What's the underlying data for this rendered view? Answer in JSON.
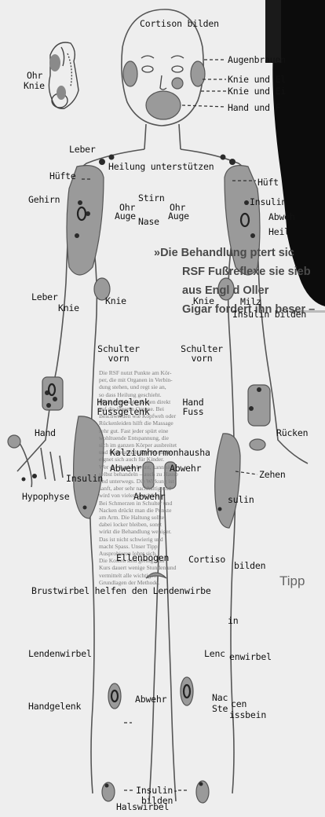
{
  "colors": {
    "zone": "#9a9a9a",
    "zone_dark": "#707070",
    "dot": "#2b2b2b",
    "outline": "#555555",
    "photo": "#0c0c0c",
    "page": "#eeeeee"
  },
  "labels": {
    "cortison_bilden": "Cortison bilden",
    "augenbrauen": "Augenbrauen",
    "knie_el": "Knie und El",
    "knie_ei": "Knie und Ei",
    "hand_und_f": "Hand und F",
    "ohr": "Ohr",
    "knie_top": "Knie",
    "leber_top": "Leber",
    "huefte_left": "Hüfte",
    "heilung": "Heilung unterstützen",
    "huefte_right": "Hüft",
    "gehirn": "Gehirn",
    "stirn": "Stirn",
    "ohr_left": "Ohr",
    "ohr_right": "Ohr",
    "auge_left": "Auge",
    "auge_right": "Auge",
    "nase": "Nase",
    "insulin_arm": "Insulin",
    "abwehr_arm": "Abweh",
    "heil_arm": "Heil",
    "leber_mid": "Leber",
    "knie_mid_left": "Knie",
    "knie_chest_left": "Knie",
    "knie_chest_right": "Knie",
    "milz": "Milz",
    "insulin_bilden_right": "Insulin bilden",
    "schulter_vorn_left_1": "Schulter",
    "schulter_vorn_left_2": "vorn",
    "schulter_vorn_right_1": "Schulter",
    "schulter_vorn_right_2": "vorn",
    "handgelenk_1": "Handgelenk",
    "fussgelenk": "Fussgelenk",
    "hand_fuss_1": "Hand",
    "hand_fuss_2": "Fuss",
    "hand_left": "Hand",
    "ruecken": "Rücken",
    "kalzium": "Kalziumhormonhausha",
    "abwehr_left": "Abwehr",
    "abwehr_right": "Abwehr",
    "zehen": "Zehen",
    "insulin_hand": "Insulin",
    "hypophyse": "Hypophyse",
    "abwehr_center": "Abwehr",
    "sulin": "sulin",
    "ellenbogen": "Ellenbogen",
    "cortiso": "Cortiso",
    "bilden_right": "bilden",
    "brustwirbel": "Brustwirbel helfen den Lendenwirbe",
    "in_right": "in",
    "lendenwirbel_left": "Lendenwirbel",
    "lenc": "Lenc",
    "enwirbel": "enwirbel",
    "handgelenk_low": "Handgelenk",
    "abwehr_low": "Abwehr",
    "nac": "Nac",
    "ste": "Ste",
    "cen": "cen",
    "issbein": "issbein",
    "insulin_bilden_low_1": "Insulin-",
    "insulin_bilden_low_2": "bilden",
    "halswirbel": "Halswirbel"
  },
  "magazine": {
    "line1": "»Die Behandlung  ptert  sic",
    "line2": "RSF  Fußreflexe   sie  sieb",
    "line3": "aus Engl   d    Oller",
    "line4": "Gigar fordert ihn  beser  –",
    "tipp": "Tipp",
    "col_lines": [
      "Die RSF nutzt Punkte am Kör-",
      "per, die mit Organen in Verbin-",
      "dung stehen, und regt sie an,",
      "so dass Heilung geschieht.",
      "Meist wirken die Zonen direkt",
      "auf die inneren Organe. Bei",
      "Beschwerden wie Kopfweh oder",
      "Rückenleiden hilft die Massage",
      "sehr gut. Fast jeder spürt eine",
      "wohltuende Entspannung, die",
      "sich im ganzen Körper ausbreitet",
      "und lange anhält. Die Methode",
      "eignet sich auch für Kinder.",
      "Wer die Punkte kennt, kann sich",
      "selbst behandeln – auch zu Hause",
      "und unterwegs. Die Wirkung ist",
      "sanft, aber sehr nachhaltig und",
      "wird von vielen geschätzt.",
      "Bei Schmerzen in Schulter und",
      "Nacken drückt man die Punkte",
      "am Arm. Die Haltung sollte",
      "dabei locker bleiben, sonst",
      "wirkt die Behandlung weniger.",
      "Das ist nicht schwierig und",
      "macht Spass. Unser Tipp:",
      "Ausprobieren lohnt sich.",
      "Die Kosten sind gering. Ein",
      "Kurs dauert wenige Stunden und",
      "vermittelt alle wichtigen",
      "Grundlagen der Methode."
    ]
  }
}
